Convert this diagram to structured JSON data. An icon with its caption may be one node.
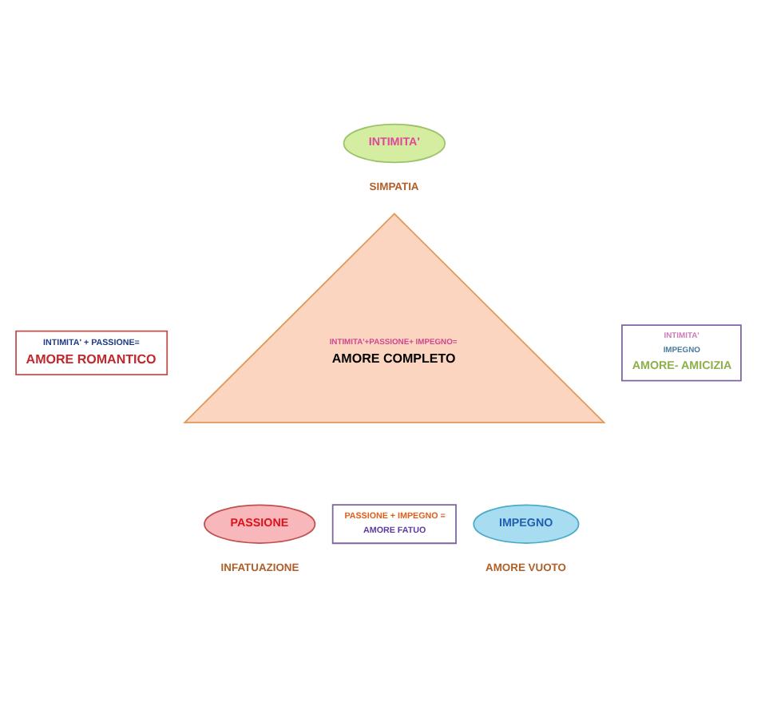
{
  "diagram": {
    "nodes": [
      {
        "text": [
          "INTIMITA'"
        ],
        "beside": [
          "SIMPATIA"
        ]
      },
      {
        "text": [
          "INTIMITA' + PASSIONE=",
          "AMORE ROMANTICO"
        ]
      },
      {
        "text": [
          "INTIMITA'+PASSIONE+ IMPEGNO=",
          "AMORE COMPLETO"
        ]
      },
      {
        "text": [
          "INTIMITA'",
          "IMPEGNO",
          "AMORE- AMICIZIA"
        ]
      },
      {
        "text": [
          "PASSIONE"
        ],
        "beside": [
          "INFATUAZIONE"
        ]
      },
      {
        "text": [
          "PASSIONE + IMPEGNO =",
          "AMORE FATUO"
        ]
      },
      {
        "text": [
          "IMPEGNO"
        ],
        "beside": [
          "AMORE VUOTO"
        ]
      }
    ],
    "edges": []
  }
}
